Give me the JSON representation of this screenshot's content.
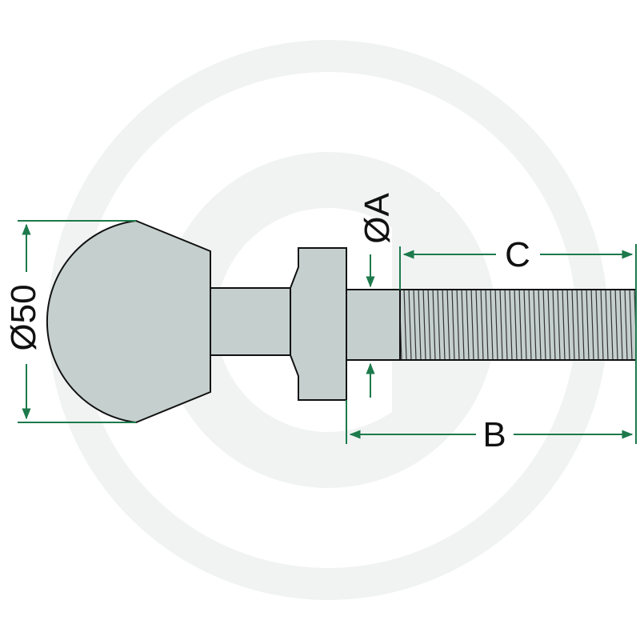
{
  "colors": {
    "part_fill": "#c5d0ce",
    "part_stroke": "#111111",
    "dimension": "#1d7a4b",
    "watermark": "#f1f3f3"
  },
  "labels": {
    "ball_diameter": "Ø50",
    "shank_diameter": "ØA",
    "overall_length": "B",
    "thread_length": "C"
  }
}
